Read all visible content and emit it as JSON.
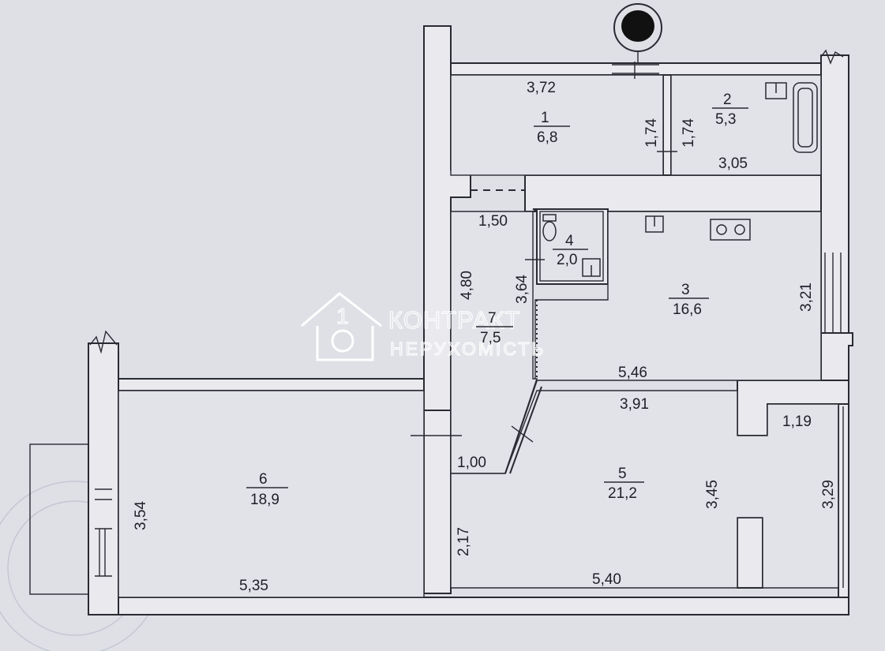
{
  "rooms": [
    {
      "number": "1",
      "area": "6,8"
    },
    {
      "number": "2",
      "area": "5,3"
    },
    {
      "number": "3",
      "area": "16,6"
    },
    {
      "number": "4",
      "area": "2,0"
    },
    {
      "number": "5",
      "area": "21,2"
    },
    {
      "number": "6",
      "area": "18,9"
    },
    {
      "number": "7",
      "area": "7,5"
    }
  ],
  "dimensions": {
    "room1_width": "3,72",
    "room1_height": "1,74",
    "room2_height": "1,74",
    "room2_width": "3,05",
    "hall_top": "1,50",
    "hall_left": "4,80",
    "hall_right": "3,64",
    "room3_right": "3,21",
    "room3_bottom": "5,46",
    "room5_top": "3,91",
    "balcony_top": "1,19",
    "hall_bottom": "1,00",
    "room5_right": "3,45",
    "balcony_side": "3,29",
    "room5_left": "2,17",
    "room5_bottom": "5,40",
    "room6_bottom": "5,35",
    "room6_side": "3,54"
  },
  "watermark": {
    "line1": "КОНТРАКТ",
    "line2": "НЕРУХОМІСТЬ",
    "logo_digit": "1"
  },
  "colors": {
    "paper": "#dfe0e6",
    "ink": "#2a2a33",
    "watermark": "#ffffff"
  }
}
